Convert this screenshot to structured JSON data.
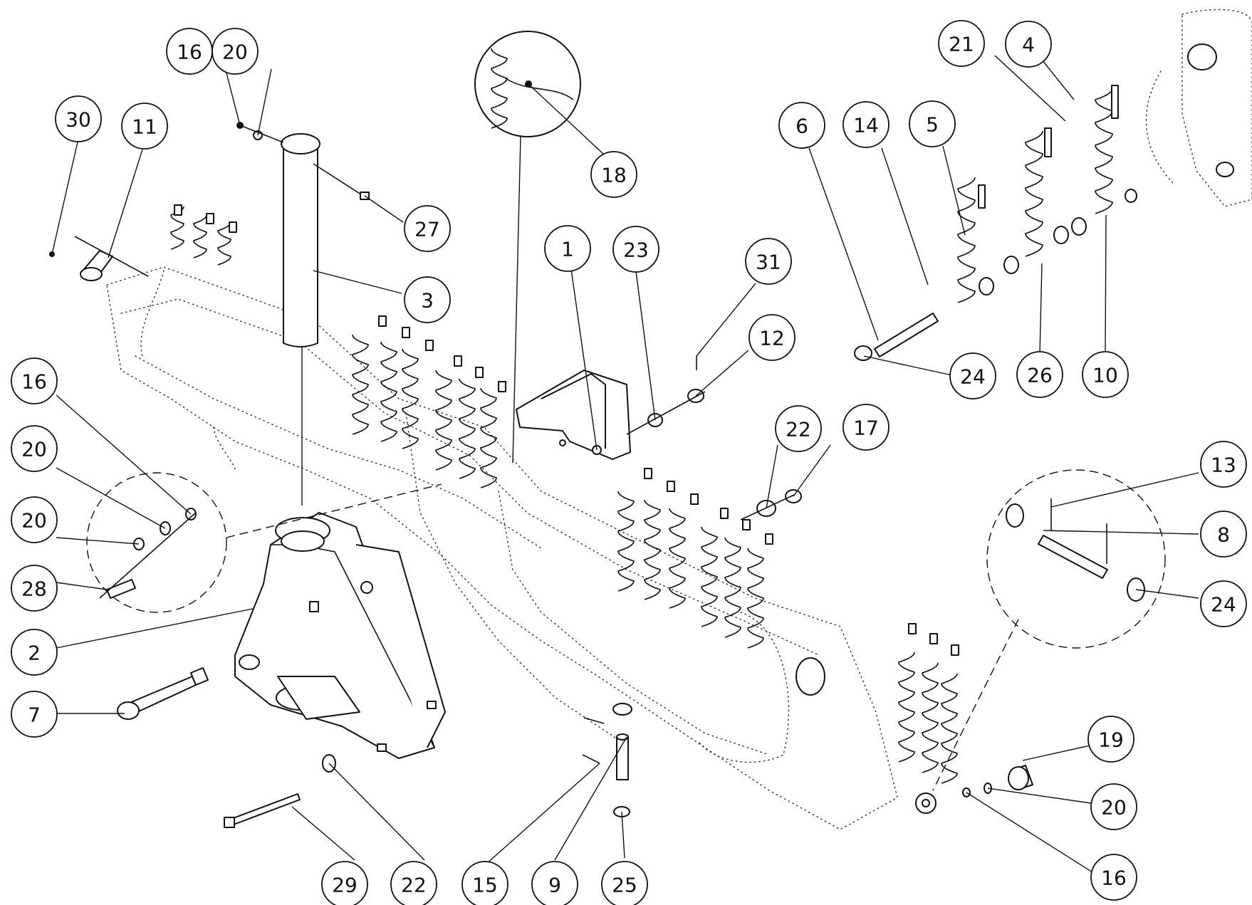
{
  "diagram": {
    "callouts": [
      {
        "label": "16"
      },
      {
        "label": "20"
      },
      {
        "label": "30"
      },
      {
        "label": "11"
      },
      {
        "label": "18"
      },
      {
        "label": "27"
      },
      {
        "label": "3"
      },
      {
        "label": "1"
      },
      {
        "label": "23"
      },
      {
        "label": "31"
      },
      {
        "label": "12"
      },
      {
        "label": "16"
      },
      {
        "label": "20"
      },
      {
        "label": "20"
      },
      {
        "label": "28"
      },
      {
        "label": "2"
      },
      {
        "label": "7"
      },
      {
        "label": "22"
      },
      {
        "label": "17"
      },
      {
        "label": "29"
      },
      {
        "label": "22"
      },
      {
        "label": "15"
      },
      {
        "label": "9"
      },
      {
        "label": "25"
      },
      {
        "label": "21"
      },
      {
        "label": "4"
      },
      {
        "label": "6"
      },
      {
        "label": "14"
      },
      {
        "label": "5"
      },
      {
        "label": "24"
      },
      {
        "label": "26"
      },
      {
        "label": "10"
      },
      {
        "label": "13"
      },
      {
        "label": "8"
      },
      {
        "label": "24"
      },
      {
        "label": "19"
      },
      {
        "label": "20"
      },
      {
        "label": "16"
      }
    ]
  }
}
